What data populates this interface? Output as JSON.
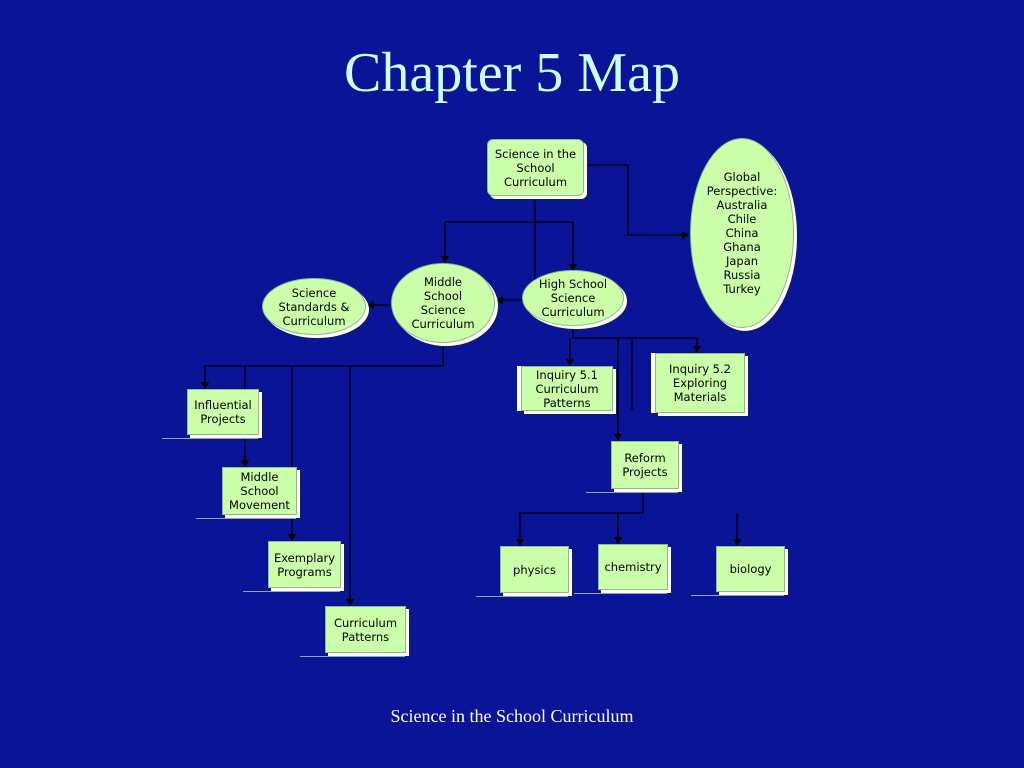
{
  "title": "Chapter 5 Map",
  "footer": "Science in the School Curriculum",
  "nodes": {
    "science_in_school": "Science in the\nSchool\nCurriculum",
    "global": "Global\nPerspective:\nAustralia\nChile\nChina\nGhana\nJapan\nRussia\nTurkey",
    "standards": "Science\nStandards &\nCurriculum",
    "middle": "Middle\nSchool\nScience\nCurriculum",
    "high": "High School\nScience\nCurriculum",
    "inquiry51": "Inquiry 5.1\nCurriculum\nPatterns",
    "inquiry52": "Inquiry 5.2\nExploring\nMaterials",
    "influential": "Influential\nProjects",
    "middle_movement": "Middle\nSchool\nMovement",
    "exemplary": "Exemplary\nPrograms",
    "curriculum_patterns": "Curriculum\nPatterns",
    "reform": "Reform\nProjects",
    "physics": "physics",
    "chemistry": "chemistry",
    "biology": "biology"
  },
  "colors": {
    "background": "#0a1496",
    "title": "#ccffff",
    "node_fill": "#ccffaa",
    "connector": "#000000"
  }
}
